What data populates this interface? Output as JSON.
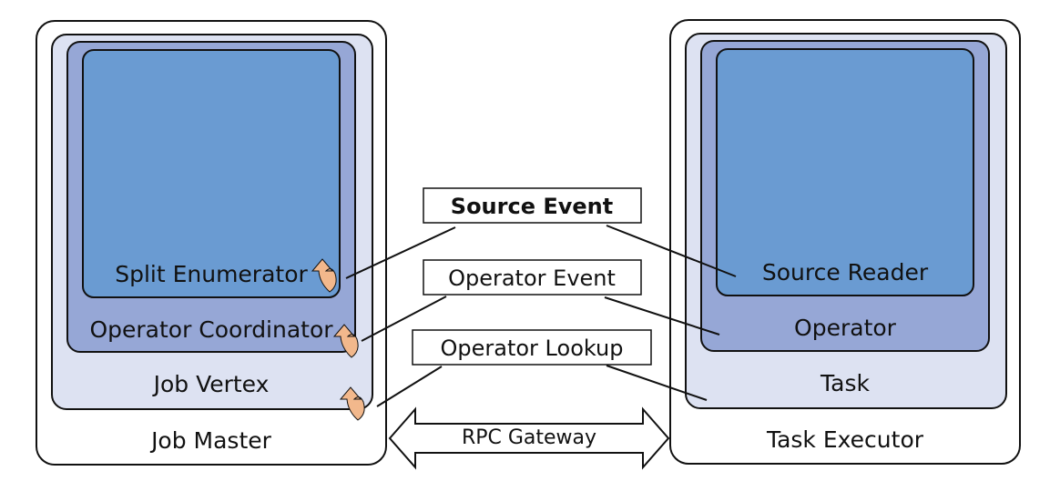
{
  "left": {
    "outer": "Job Master",
    "level2": "Job Vertex",
    "level3": "Operator Coordinator",
    "level4": "Split Enumerator"
  },
  "right": {
    "outer": "Task Executor",
    "level2": "Task",
    "level3": "Operator",
    "level4": "Source Reader"
  },
  "messages": {
    "source_event": "Source Event",
    "operator_event": "Operator Event",
    "operator_lookup": "Operator Lookup"
  },
  "gateway": "RPC Gateway",
  "colors": {
    "outer": "#ffffff",
    "level2": "#dde2f2",
    "level3": "#96a7d6",
    "level4": "#6a9bd2",
    "arrow": "#f2b88c",
    "stroke": "#111111"
  }
}
